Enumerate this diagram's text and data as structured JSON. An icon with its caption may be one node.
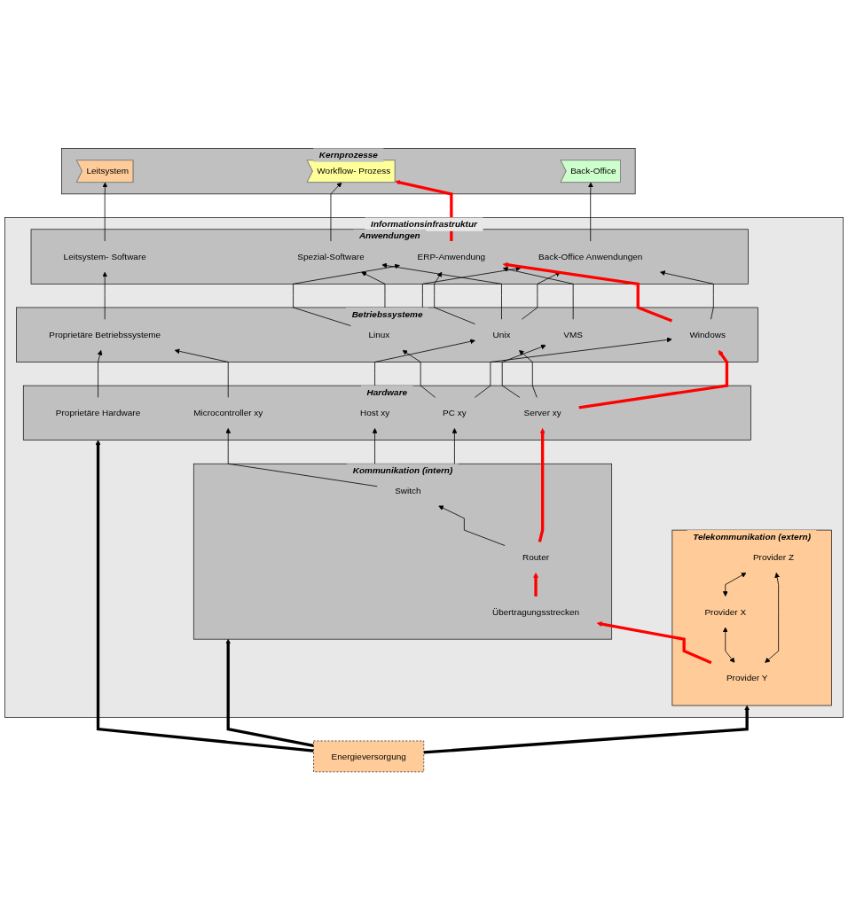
{
  "diagram": {
    "nodes": [
      {
        "text": [
          "Kernprozesse"
        ]
      },
      {
        "text": [
          "Leitsystem"
        ],
        "in": 0
      },
      {
        "text": [
          "Workflow- Prozess"
        ],
        "in": 0
      },
      {
        "text": [
          "Back-Office"
        ],
        "in": 0
      },
      {
        "text": [
          "Informationsinfrastruktur"
        ]
      },
      {
        "text": [
          "Anwendungen"
        ],
        "in": 4
      },
      {
        "text": [
          "Leitsystem- Software"
        ],
        "in": 5
      },
      {
        "text": [
          "ERP-Anwendung"
        ],
        "in": 5
      },
      {
        "text": [
          "Spezial-Software"
        ],
        "in": 5
      },
      {
        "text": [
          "Back-Office Anwendungen"
        ],
        "in": 5
      },
      {
        "text": [
          "Betriebssysteme"
        ],
        "in": 4
      },
      {
        "text": [
          "Proprietäre Betriebssysteme"
        ],
        "in": 10
      },
      {
        "text": [
          "Linux"
        ],
        "in": 10
      },
      {
        "text": [
          "Unix"
        ],
        "in": 10
      },
      {
        "text": [
          "VMS"
        ],
        "in": 10
      },
      {
        "text": [
          "Windows"
        ],
        "in": 10
      },
      {
        "text": [
          "Hardware"
        ],
        "in": 4
      },
      {
        "text": [
          "Proprietäre Hardware"
        ],
        "in": 16
      },
      {
        "text": [
          "Host xy"
        ],
        "in": 16
      },
      {
        "text": [
          "PC xy"
        ],
        "in": 16
      },
      {
        "text": [
          "Microcontroller xy"
        ],
        "in": 16
      },
      {
        "text": [
          "Server xy"
        ],
        "in": 16
      },
      {
        "text": [
          "Kommunikation (intern)"
        ],
        "in": 4
      },
      {
        "text": [
          "Switch"
        ],
        "in": 22
      },
      {
        "text": [
          "Router"
        ],
        "in": 22
      },
      {
        "text": [
          "Übertragungsstrecken"
        ],
        "in": 22
      },
      {
        "text": [
          "Telekommunikation (extern)"
        ],
        "in": 4
      },
      {
        "text": [
          "Provider Y"
        ],
        "in": 26
      },
      {
        "text": [
          "Provider X"
        ],
        "in": 26
      },
      {
        "text": [
          "Provider Z"
        ],
        "in": 26
      },
      {
        "text": [
          "Energieversorgung"
        ]
      }
    ],
    "edges": [
      {
        "from": 6,
        "to": 1,
        "arrow": "to"
      },
      {
        "from": 7,
        "to": 2,
        "arrow": "to",
        "style": "thick",
        "color": "#ff0000"
      },
      {
        "from": 8,
        "to": 2,
        "arrow": "to"
      },
      {
        "from": 9,
        "to": 3,
        "arrow": "to"
      },
      {
        "from": 11,
        "to": 6,
        "arrow": "to"
      },
      {
        "from": 12,
        "to": 7,
        "arrow": "to"
      },
      {
        "from": 12,
        "to": 8,
        "arrow": "to"
      },
      {
        "from": 12,
        "to": 9,
        "arrow": "to"
      },
      {
        "from": 13,
        "to": 7,
        "arrow": "to"
      },
      {
        "from": 13,
        "to": 8,
        "arrow": "to"
      },
      {
        "from": 13,
        "to": 9,
        "arrow": "to"
      },
      {
        "from": 14,
        "to": 7,
        "arrow": "to"
      },
      {
        "from": 15,
        "to": 7,
        "arrow": "to",
        "style": "thick",
        "color": "#ff0000"
      },
      {
        "from": 15,
        "to": 9,
        "arrow": "to"
      },
      {
        "from": 17,
        "to": 11,
        "arrow": "to"
      },
      {
        "from": 20,
        "to": 11,
        "arrow": "to"
      },
      {
        "from": 18,
        "to": 13,
        "arrow": "to"
      },
      {
        "from": 19,
        "to": 12,
        "arrow": "to"
      },
      {
        "from": 19,
        "to": 15,
        "arrow": "to"
      },
      {
        "from": 21,
        "to": 14,
        "arrow": "to"
      },
      {
        "from": 21,
        "to": 13,
        "arrow": "to"
      },
      {
        "from": 21,
        "to": 15,
        "arrow": "to",
        "style": "thick",
        "color": "#ff0000"
      },
      {
        "from": 23,
        "to": 20,
        "arrow": "to"
      },
      {
        "from": 23,
        "to": 18,
        "arrow": "to"
      },
      {
        "from": 23,
        "to": 19,
        "arrow": "to"
      },
      {
        "from": 24,
        "to": 23,
        "arrow": "to"
      },
      {
        "from": 24,
        "to": 21,
        "arrow": "to",
        "style": "thick",
        "color": "#ff0000"
      },
      {
        "from": 25,
        "to": 24,
        "arrow": "to",
        "style": "thick",
        "color": "#ff0000"
      },
      {
        "from": 27,
        "to": 25,
        "arrow": "to",
        "style": "thick",
        "color": "#ff0000"
      },
      {
        "from": 27,
        "to": 28,
        "arrow": "both"
      },
      {
        "from": 27,
        "to": 29,
        "arrow": "both"
      },
      {
        "from": 28,
        "to": 29,
        "arrow": "both"
      },
      {
        "from": 30,
        "to": 16,
        "arrow": "to",
        "style": "thick"
      },
      {
        "from": 30,
        "to": 22,
        "arrow": "to",
        "style": "thick"
      },
      {
        "from": 30,
        "to": 26,
        "arrow": "to",
        "style": "thick"
      }
    ]
  }
}
